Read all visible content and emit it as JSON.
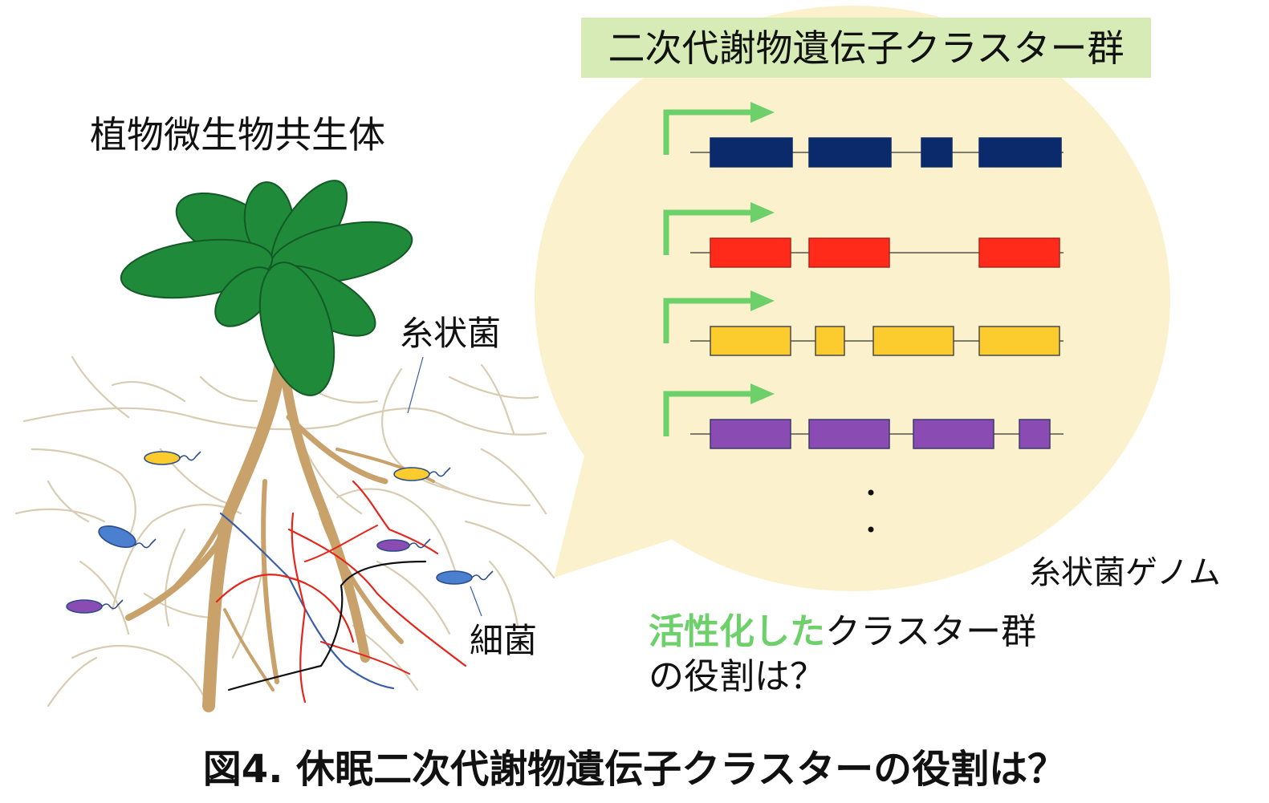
{
  "header": {
    "title": "二次代謝物遺伝子クラスター群"
  },
  "plant": {
    "title": "植物微生物共生体"
  },
  "labels": {
    "fungus": "糸状菌",
    "bacteria": "細菌",
    "genome": "糸状菌ゲノム"
  },
  "question": {
    "highlight": "活性化した",
    "rest": "クラスター群",
    "line2": "の役割は？"
  },
  "caption": "図4. 休眠二次代謝物遺伝子クラスターの役割は？",
  "colors": {
    "bubble": "#fbf1cd",
    "header_bg": "#d6ebb5",
    "promoter_arrow": "#6ed06a",
    "leaf": "#1f8a3a",
    "root": "#c8a26a",
    "hyphae": "#d8ccb2",
    "cluster_navy": "#0b2a6b",
    "cluster_red": "#ff2a1a",
    "cluster_yellow": "#fccb2e",
    "cluster_purple": "#8a4bb3",
    "bacterium_blue": "#4b7fd0"
  },
  "gene_clusters": [
    {
      "color": "navy",
      "gene_count": 4
    },
    {
      "color": "red",
      "gene_count": 3
    },
    {
      "color": "yellow",
      "gene_count": 4
    },
    {
      "color": "purple",
      "gene_count": 4
    }
  ]
}
